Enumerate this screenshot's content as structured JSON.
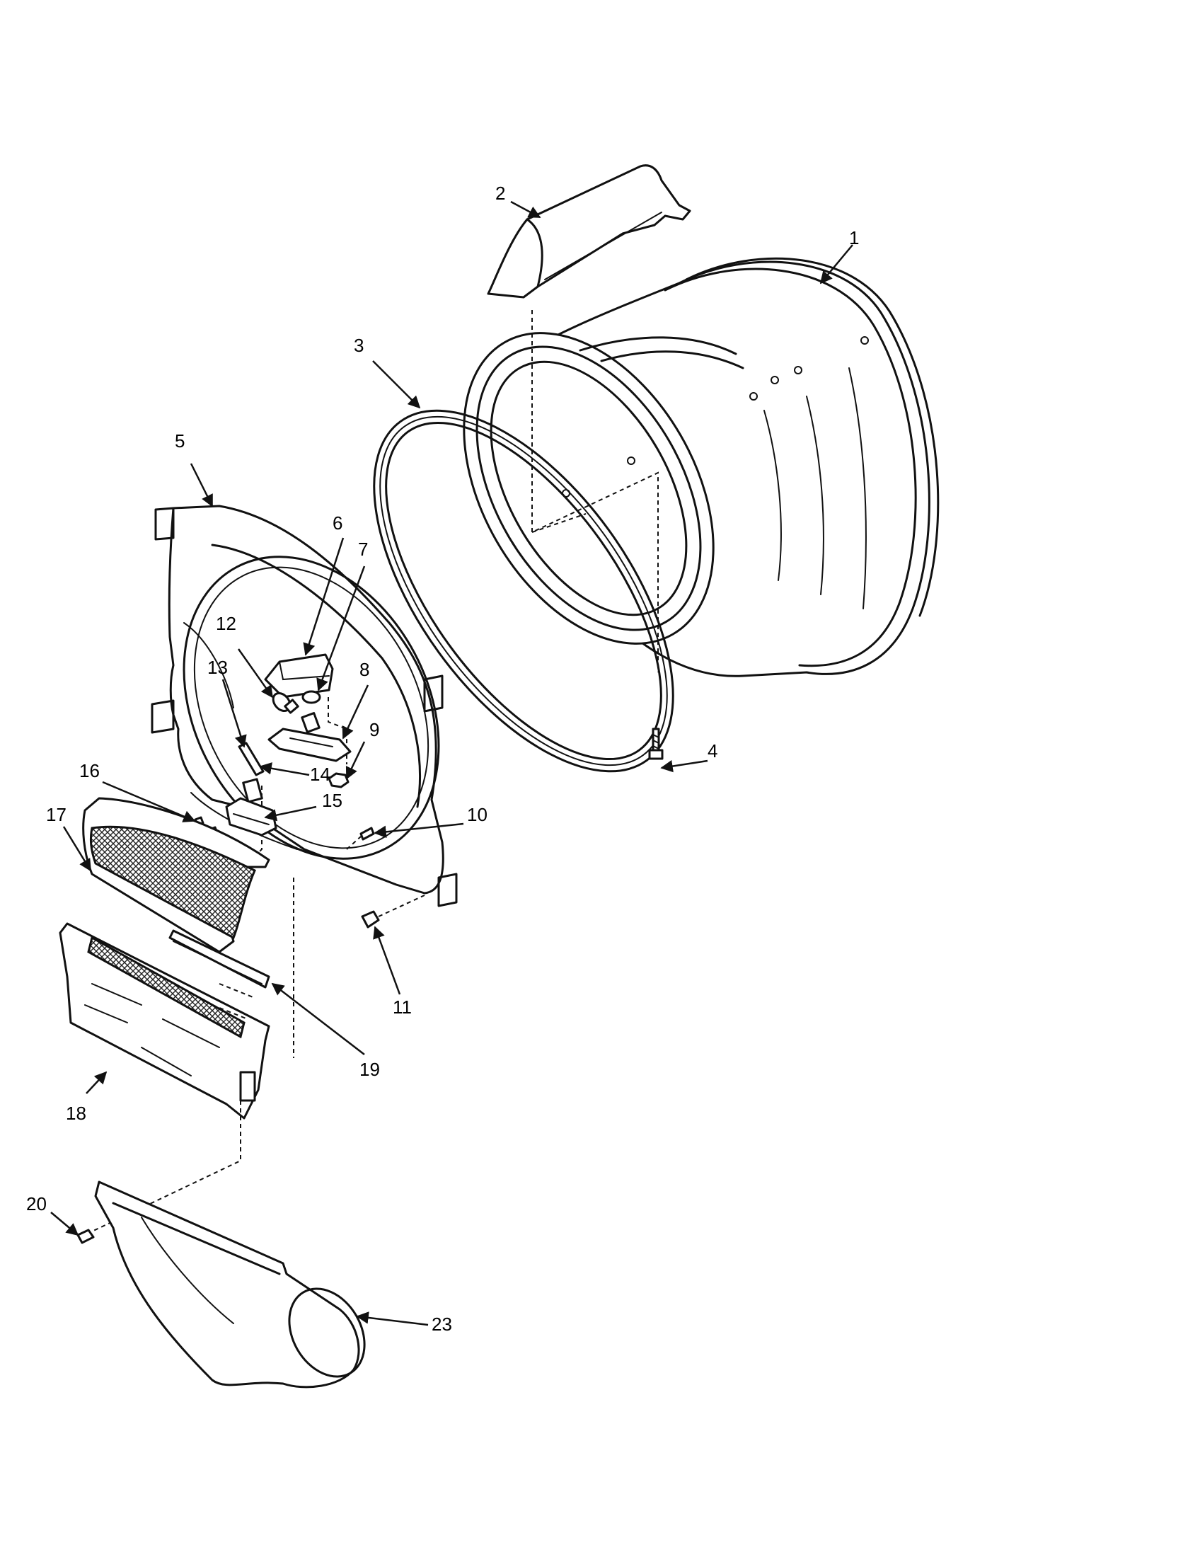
{
  "callouts": [
    {
      "id": "1",
      "text": "1"
    },
    {
      "id": "2",
      "text": "2"
    },
    {
      "id": "3",
      "text": "3"
    },
    {
      "id": "4",
      "text": "4"
    },
    {
      "id": "5",
      "text": "5"
    },
    {
      "id": "6",
      "text": "6"
    },
    {
      "id": "7",
      "text": "7"
    },
    {
      "id": "8",
      "text": "8"
    },
    {
      "id": "9",
      "text": "9"
    },
    {
      "id": "10",
      "text": "10"
    },
    {
      "id": "11",
      "text": "11"
    },
    {
      "id": "12",
      "text": "12"
    },
    {
      "id": "13",
      "text": "13"
    },
    {
      "id": "14",
      "text": "14"
    },
    {
      "id": "15",
      "text": "15"
    },
    {
      "id": "16",
      "text": "16"
    },
    {
      "id": "17",
      "text": "17"
    },
    {
      "id": "18",
      "text": "18"
    },
    {
      "id": "19",
      "text": "19"
    },
    {
      "id": "20",
      "text": "20"
    },
    {
      "id": "23",
      "text": "23"
    }
  ]
}
